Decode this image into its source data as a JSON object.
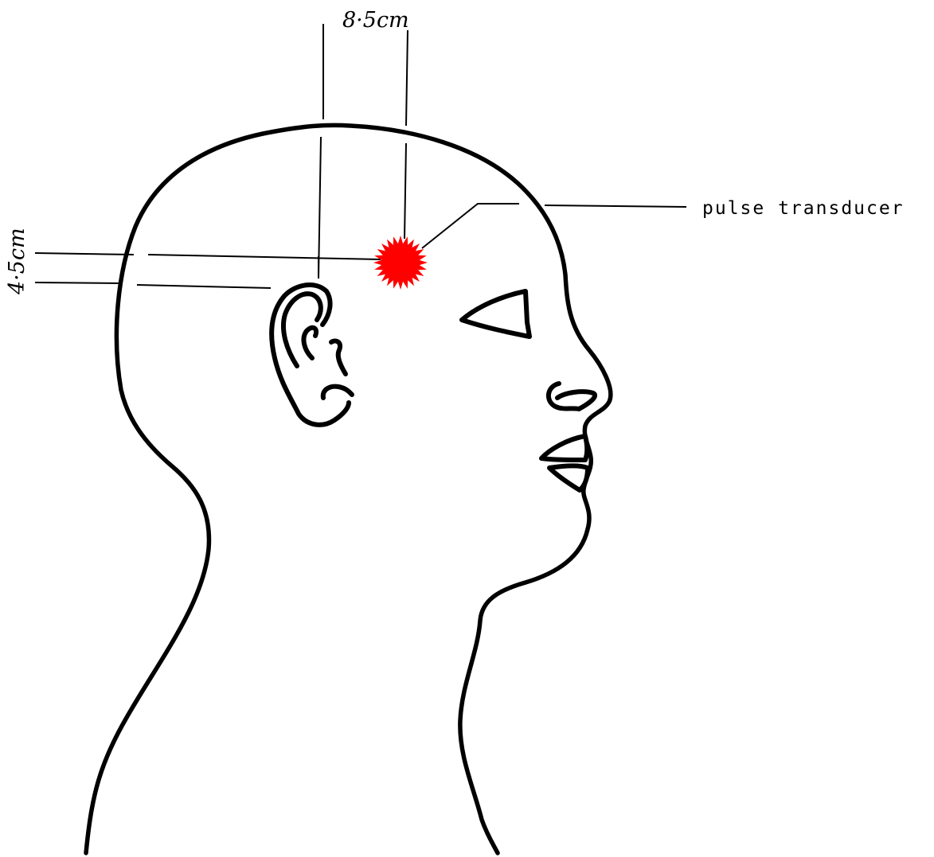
{
  "labels": {
    "horizontal_distance": "8·5cm",
    "vertical_distance": "4·5cm",
    "transducer": "pulse transducer"
  },
  "colors": {
    "transducer": "#ff0000",
    "ink": "#000000"
  }
}
